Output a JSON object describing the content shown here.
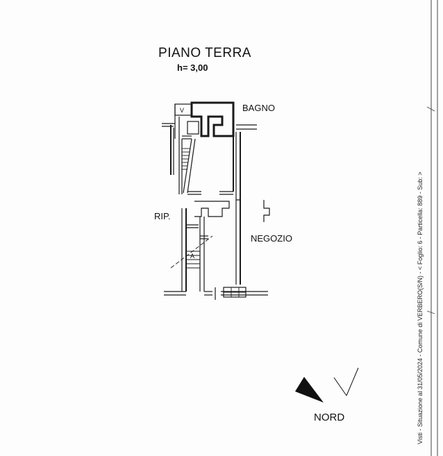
{
  "title": "PIANO TERRA",
  "height_label": "h= 3,00",
  "rooms": {
    "bagno": "BAGNO",
    "ripostiglio": "RIP.",
    "negozio": "NEGOZIO"
  },
  "stairs": {
    "up_marker": "V",
    "down_marker": "A"
  },
  "compass": {
    "label": "NORD"
  },
  "margin_text": "Visti - Situazione al 31/05/2024 - Comune di VERBERO(S/N) - < Foglio: 6 - Particella: 889 - Sub: >",
  "colors": {
    "line": "#1a1a1a",
    "background": "#fdfdfd"
  }
}
